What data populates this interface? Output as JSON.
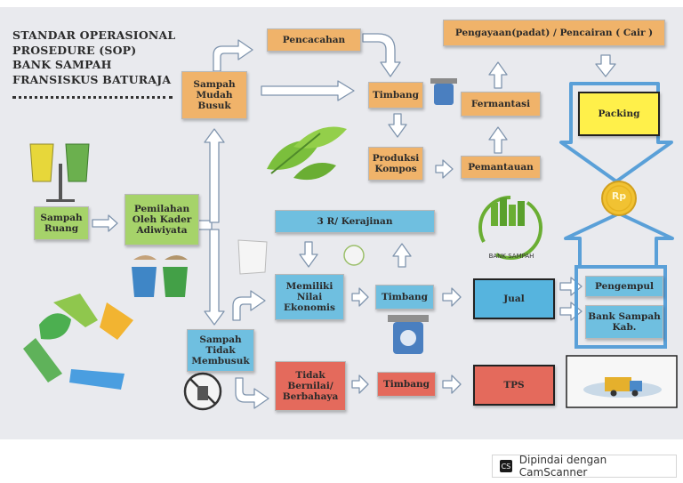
{
  "title_lines": [
    "STANDAR OPERASIONAL",
    "PROSEDURE (SOP)",
    "BANK SAMPAH",
    "FRANSISKUS BATURAJA"
  ],
  "nodes": {
    "sampah_ruang": "Sampah Ruang",
    "pemilahan": "Pemilahan Oleh Kader Adiwiyata",
    "mudah_busuk": "Sampah Mudah Busuk",
    "pencacahan": "Pencacahan",
    "timbang_top": "Timbang",
    "produksi_kompos": "Produksi Kompos",
    "pemantauan": "Pemantauan",
    "fermentasi": "Fermantasi",
    "pengayaan": "Pengayaan(padat) / Pencairan ( Cair )",
    "packing": "Packing",
    "kerajinan": "3 R/ Kerajinan",
    "nilai_ekonomis": "Memiliki Nilai Ekonomis",
    "timbang_mid": "Timbang",
    "jual": "Jual",
    "pengempul": "Pengempul",
    "bank_sampah_kab": "Bank Sampah Kab.",
    "tidak_membusuk": "Sampah Tidak Membusuk",
    "berbahaya": "Tidak Bernilai/ Berbahaya",
    "timbang_bot": "Timbang",
    "tps": "TPS"
  },
  "icon_labels": {
    "bank_sampah_logo": "BANK SAMPAH",
    "coin": "Rp"
  },
  "footer": {
    "text": "Dipindai dengan CamScanner",
    "icon": "CS"
  },
  "colors": {
    "orange": "#f0b36a",
    "green": "#a6d36a",
    "blue": "#6fbfe0",
    "red": "#e46a5c",
    "yellow": "#fff04a",
    "arrow_blue": "#5aa0d8"
  }
}
